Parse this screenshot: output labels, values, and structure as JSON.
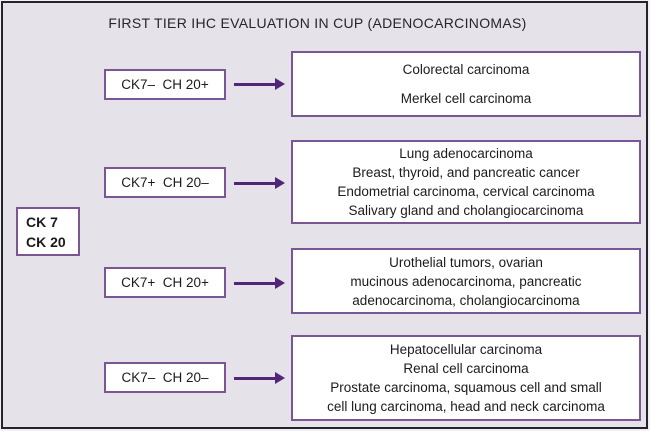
{
  "title": "FIRST TIER IHC EVALUATION IN CUP (ADENOCARCINOMAS)",
  "trunk": {
    "lines": [
      "CK 7",
      "CK 20"
    ]
  },
  "rows": [
    {
      "marker": "CK7–  CH 20+",
      "targets": [
        "Colorectal carcinoma",
        "Merkel cell carcinoma"
      ]
    },
    {
      "marker": "CK7+  CH 20–",
      "targets": [
        "Lung adenocarcinoma",
        "Breast, thyroid, and pancreatic cancer",
        "Endometrial carcinoma, cervical carcinoma",
        "Salivary gland and cholangiocarcinoma"
      ]
    },
    {
      "marker": "CK7+  CH 20+",
      "targets": [
        "Urothelial tumors, ovarian",
        "mucinous adenocarcinoma, pancreatic",
        "adenocarcinoma, cholangiocarcinoma"
      ]
    },
    {
      "marker": "CK7–  CH 20–",
      "targets": [
        "Hepatocellular carcinoma",
        "Renal cell carcinoma",
        "Prostate carcinoma, squamous cell and small",
        "cell lung carcinoma, head and neck carcinoma"
      ]
    }
  ],
  "colors": {
    "background": "#e5e2e9",
    "frame_border": "#25232b",
    "box_border": "#7a5794",
    "arrow": "#512577",
    "text": "#1b1b1b",
    "box_fill": "#ffffff"
  }
}
